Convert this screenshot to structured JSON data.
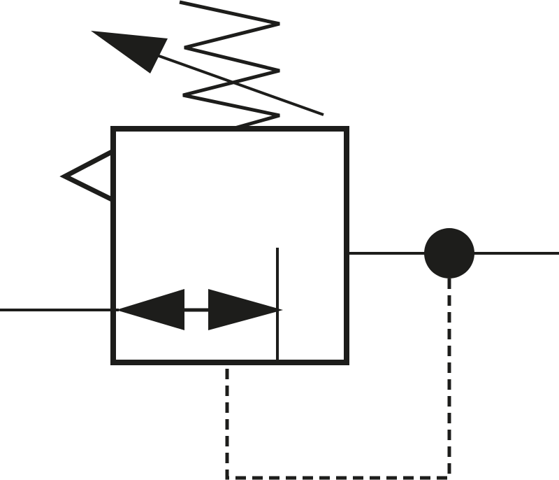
{
  "symbol": {
    "stroke_color": "#1d1d1b",
    "background": "#ffffff",
    "components": [
      "adjustable-spring",
      "adjustment-arrow",
      "valve-body",
      "exhaust-vent",
      "flow-arrows",
      "inlet-line",
      "outlet-line",
      "connection-junction",
      "pilot-line"
    ]
  }
}
